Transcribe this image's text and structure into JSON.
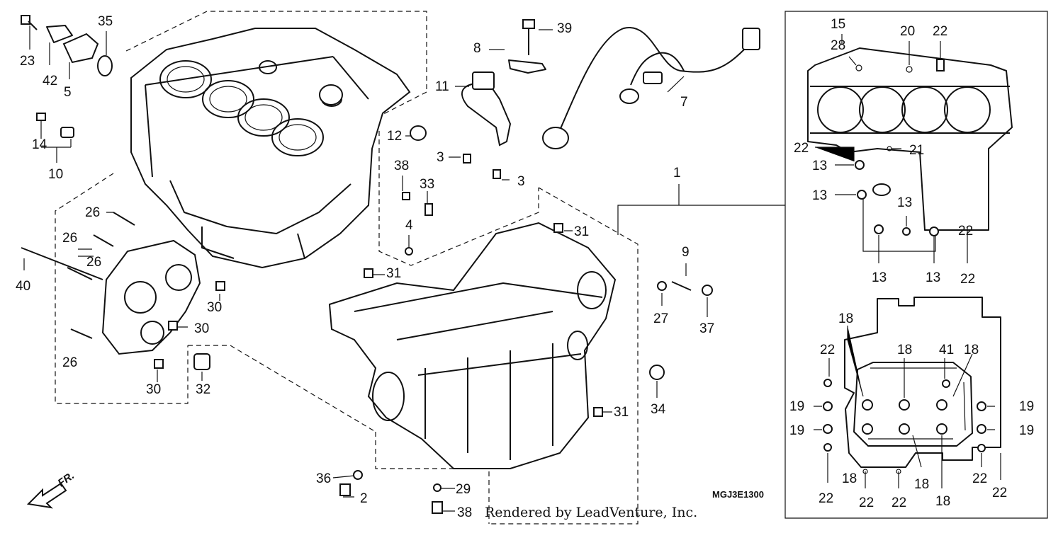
{
  "diagram": {
    "code": "MGJ3E1300",
    "credit": "Rendered by LeadVenture, Inc.",
    "direction": "FR.",
    "labels": [
      "23",
      "42",
      "5",
      "35",
      "14",
      "10",
      "39",
      "8",
      "11",
      "7",
      "12",
      "3",
      "3",
      "38",
      "33",
      "4",
      "1",
      "31",
      "31",
      "31",
      "26",
      "26",
      "26",
      "40",
      "30",
      "30",
      "30",
      "26",
      "32",
      "9",
      "27",
      "37",
      "34",
      "36",
      "2",
      "29",
      "38",
      "15",
      "28",
      "20",
      "22",
      "22",
      "21",
      "13",
      "13",
      "13",
      "13",
      "22",
      "13",
      "22",
      "18",
      "22",
      "18",
      "41",
      "18",
      "19",
      "19",
      "19",
      "19",
      "18",
      "18",
      "22",
      "22",
      "22",
      "18",
      "22",
      "22"
    ]
  }
}
